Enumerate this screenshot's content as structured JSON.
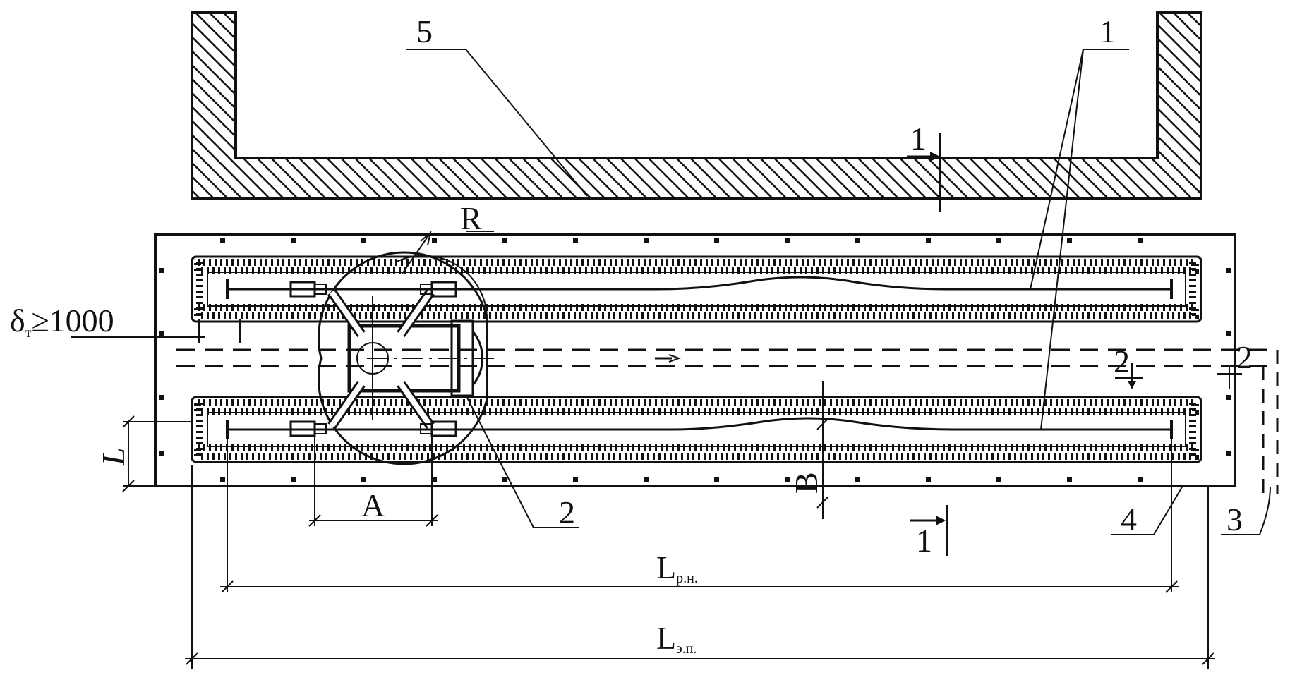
{
  "labels": {
    "callout_5": "5",
    "callout_1_top": "1",
    "callout_1_section": "1",
    "callout_1_section_bottom": "1",
    "callout_2_section": "2",
    "callout_2_section_right": "2",
    "callout_2": "2",
    "callout_3": "3",
    "callout_4": "4",
    "radius": "R",
    "dim_A": "A",
    "dim_B": "B",
    "dim_L": "L",
    "clearance_symbol": "δ",
    "clearance_subscript": "т",
    "clearance_value": "≥1000",
    "length_main": "L",
    "length_main_sub": "р.н.",
    "length_total": "L",
    "length_total_sub": "э.п."
  }
}
